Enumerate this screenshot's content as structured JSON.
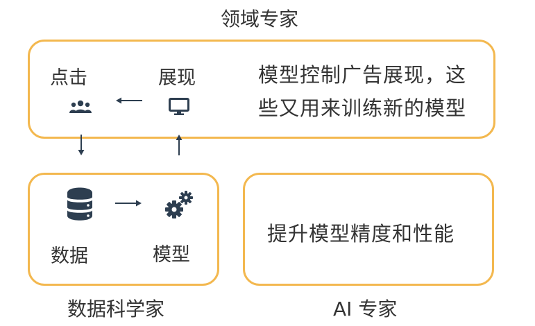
{
  "top_title": "领域专家",
  "domain_box": {
    "click_label": "点击",
    "display_label": "展现",
    "description_line1": "模型控制广告展现，这",
    "description_line2": "些又用来训练新的模型"
  },
  "data_box": {
    "data_label": "数据",
    "model_label": "模型"
  },
  "ai_box": {
    "text": "提升模型精度和性能"
  },
  "bottom_left_title": "数据科学家",
  "bottom_right_title": "AI 专家",
  "colors": {
    "box_border": "#f3b84f",
    "icon": "#2d3e50"
  }
}
